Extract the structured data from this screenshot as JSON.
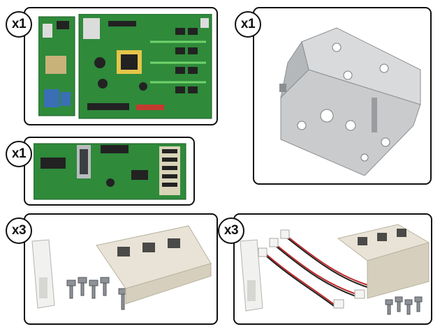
{
  "panels": [
    {
      "name": "main-control-board",
      "badge": "x1"
    },
    {
      "name": "heatsink-bracket",
      "badge": "x1"
    },
    {
      "name": "interface-board",
      "badge": "x1"
    },
    {
      "name": "igbt-module-kit-a",
      "badge": "x3"
    },
    {
      "name": "igbt-module-kit-b",
      "badge": "x3"
    }
  ],
  "colors": {
    "pcb_green": "#2f8a3a",
    "pcb_dark": "#1d5e25",
    "module_body": "#e8e3d6",
    "metal": "#c9cbcd",
    "border": "#111111"
  }
}
